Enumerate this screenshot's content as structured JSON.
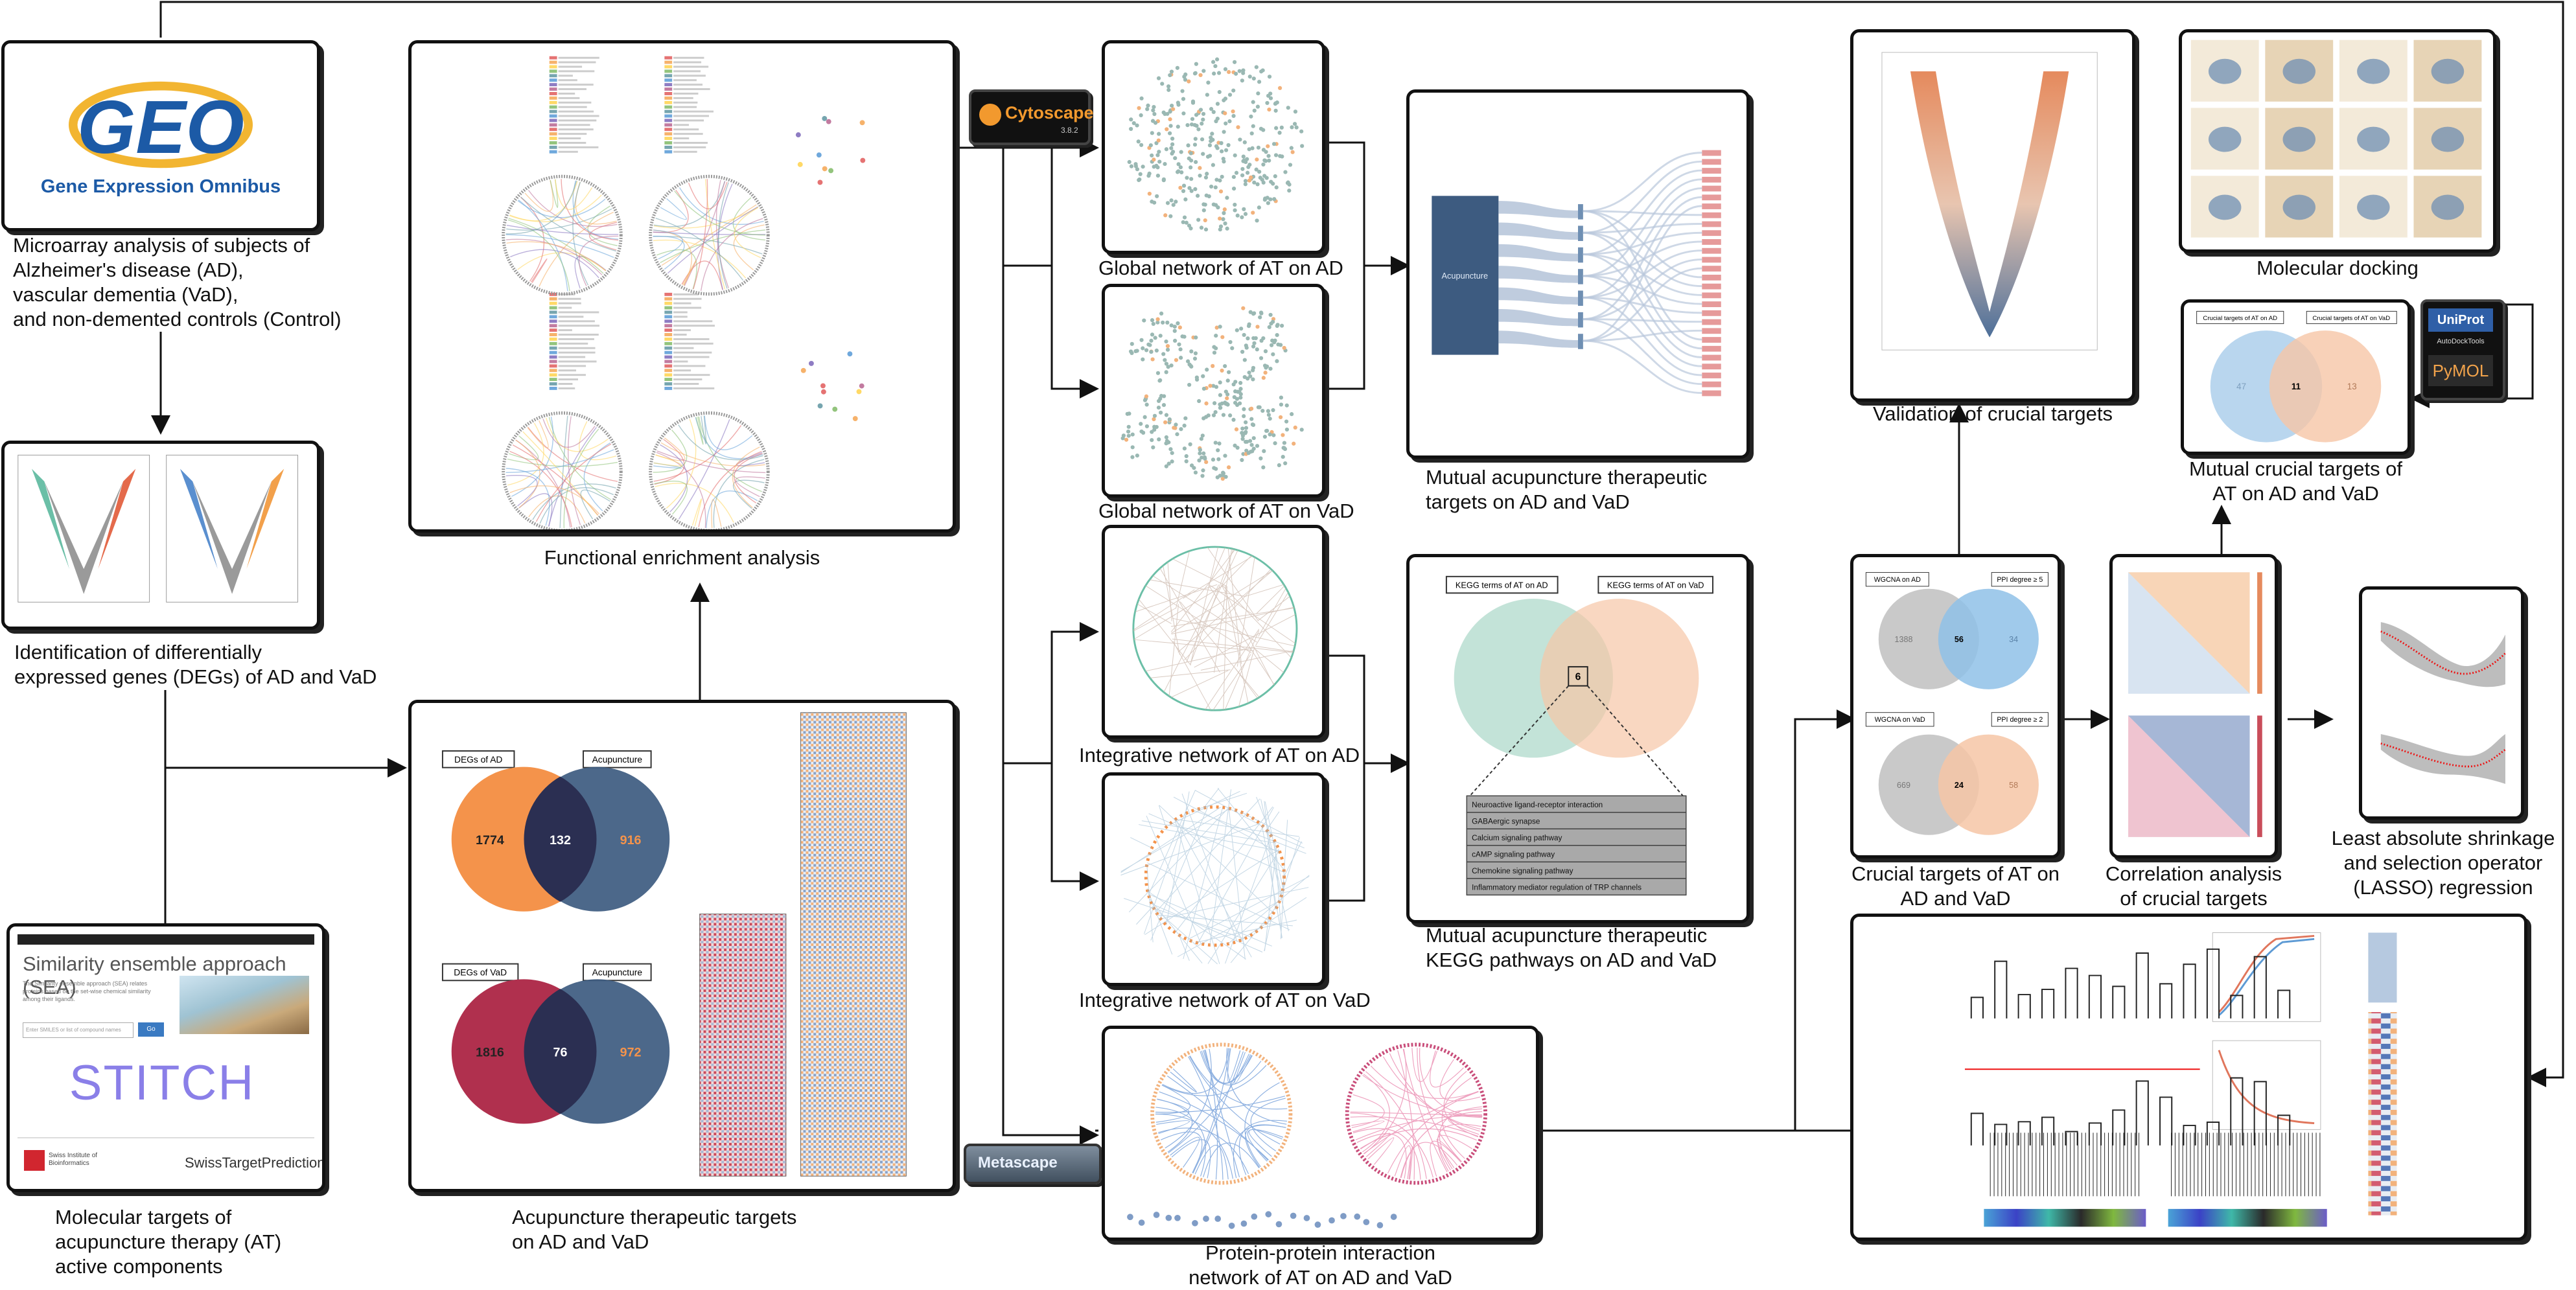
{
  "geo": {
    "logo_text": "GEO",
    "logo_subtitle": "Gene Expression Omnibus",
    "caption": [
      "Microarray analysis of subjects of",
      "Alzheimer's disease (AD),",
      "vascular dementia (VaD),",
      "and non-demented controls (Control)"
    ]
  },
  "degs": {
    "caption": [
      "Identification of differentially",
      "expressed genes (DEGs) of AD and VaD"
    ]
  },
  "sea": {
    "title": "Similarity ensemble approach (SEA)",
    "blurb": "The Similarity ensemble approach (SEA) relates proteins based on the set-wise chemical similarity among their ligands.",
    "search_placeholder": "Enter SMILES or list of compound names",
    "go_button": "Go",
    "stitch": "STITCH",
    "sib_name": "Swiss Institute of Bioinformatics",
    "swiss": "SwissTargetPrediction",
    "caption": [
      "Molecular targets of",
      "acupuncture therapy (AT)",
      "active components"
    ]
  },
  "functional": {
    "caption": "Functional enrichment analysis"
  },
  "acu_targets": {
    "venn_ad": {
      "left_label": "DEGs of AD",
      "right_label": "Acupuncture",
      "left": "1774",
      "mid": "132",
      "right": "916"
    },
    "venn_vad": {
      "left_label": "DEGs of VaD",
      "right_label": "Acupuncture",
      "left": "1816",
      "mid": "76",
      "right": "972"
    },
    "caption": [
      "Acupuncture therapeutic targets",
      "on AD and VaD"
    ]
  },
  "cytoscape": {
    "name": "Cytoscape",
    "version": "3.8.2"
  },
  "networks": {
    "global_ad": "Global network of AT on AD",
    "global_vad": "Global network of AT on VaD",
    "integr_ad": "Integrative network of AT on AD",
    "integr_vad": "Integrative network of AT on VaD",
    "ppi_caption": [
      "Protein-protein interaction",
      "network of AT on AD and VaD"
    ]
  },
  "metascape": {
    "name": "Metascape"
  },
  "mutual_targets": {
    "root": "Acupuncture",
    "caption": [
      "Mutual acupuncture therapeutic",
      "targets on AD and VaD"
    ]
  },
  "kegg": {
    "left_label": "KEGG terms of AT on AD",
    "right_label": "KEGG terms of AT on VaD",
    "mid": "6",
    "pathways": [
      "Neuroactive ligand-receptor interaction",
      "GABAergic synapse",
      "Calcium signaling pathway",
      "cAMP signaling pathway",
      "Chemokine signaling pathway",
      "Inflammatory mediator regulation of TRP channels"
    ],
    "caption": [
      "Mutual acupuncture therapeutic",
      "KEGG pathways on AD and VaD"
    ]
  },
  "validation": {
    "caption": "Validation of crucial targets"
  },
  "crucial": {
    "top": {
      "left_label": "WGCNA on AD",
      "right_label": "PPI degree ≥ 5",
      "left": "1388",
      "mid": "56",
      "right": "34"
    },
    "bottom": {
      "left_label": "WGCNA on VaD",
      "right_label": "PPI degree ≥ 2",
      "left": "669",
      "mid": "24",
      "right": "58"
    },
    "caption": [
      "Crucial targets of AT on",
      "AD and VaD"
    ]
  },
  "correlation": {
    "caption": [
      "Correlation analysis",
      "of crucial targets"
    ]
  },
  "lasso": {
    "caption": [
      "Least absolute shrinkage",
      "and selection operator",
      "(LASSO) regression"
    ]
  },
  "docking": {
    "caption": "Molecular docking"
  },
  "mutual_crucial": {
    "left_label": "Crucial targets of AT on AD",
    "right_label": "Crucial targets of AT on VaD",
    "left": "47",
    "mid": "11",
    "right": "13",
    "caption": [
      "Mutual crucial targets of",
      "AT on AD and VaD"
    ]
  },
  "tools": {
    "uniprot": "UniProt",
    "autodock": "AutoDockTools",
    "pymol": "PyMOL"
  },
  "colors": {
    "teal": "#6bbfa7",
    "orange": "#f4934b",
    "navy": "#3d5b80",
    "crimson": "#b0304e",
    "blue": "#8fc1e8",
    "peach": "#f6c6a6",
    "grey": "#c9c9c9"
  }
}
